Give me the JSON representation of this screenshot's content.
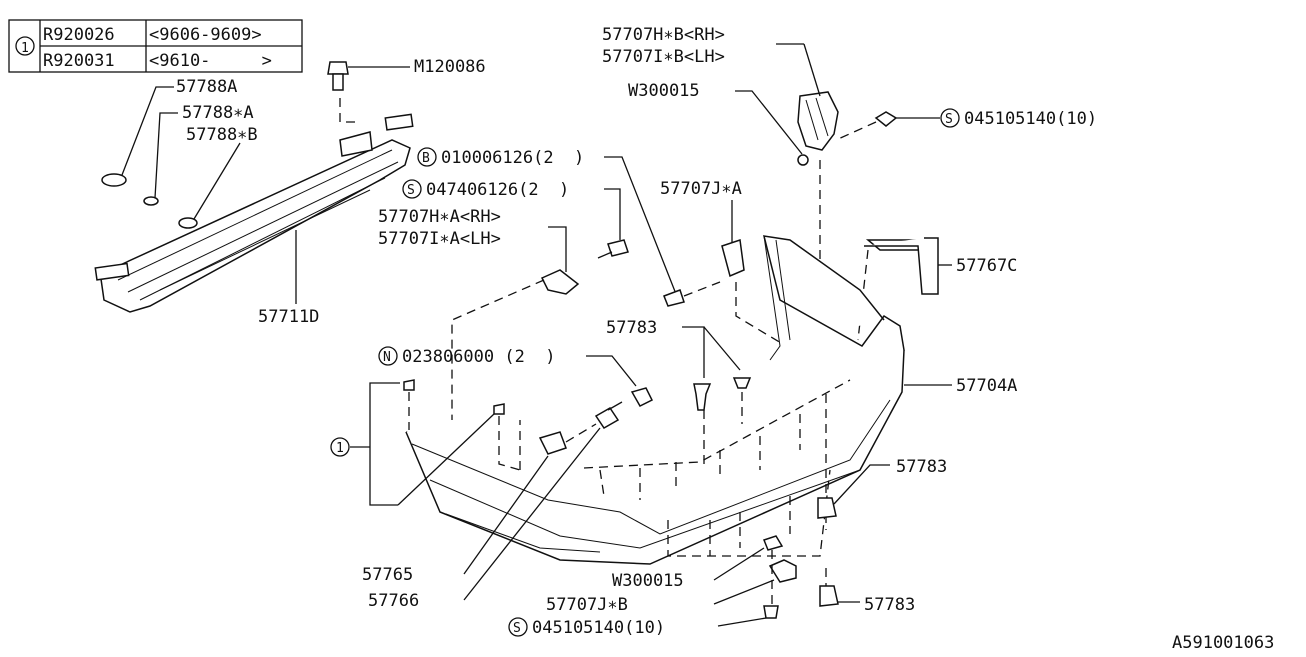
{
  "legend_table": {
    "ref": "1",
    "rows": [
      {
        "part": "R920026",
        "period": "<9606-9609>"
      },
      {
        "part": "R920031",
        "period": "<9610-     >"
      }
    ]
  },
  "callouts": {
    "m120086": "M120086",
    "p57788a": "57788A",
    "p57788sa": "57788∗A",
    "p57788sb": "57788∗B",
    "p57711d": "57711D",
    "b_bolt": "010006126(2  )",
    "b_symbol": "B",
    "s_bolt1": "047406126(2  )",
    "s_symbol": "S",
    "p57707ha_rh": "57707H∗A<RH>",
    "p57707ia_lh": "57707I∗A<LH>",
    "p57707ja": "57707J∗A",
    "p57707hb_rh": "57707H∗B<RH>",
    "p57707ib_lh": "57707I∗B<LH>",
    "w300015_top": "W300015",
    "s_bolt_top": "045105140(10)",
    "p57767c": "57767C",
    "p57783_a": "57783",
    "n_nut": "023806000 (2  )",
    "n_symbol": "N",
    "p57704a": "57704A",
    "circle_ref": "1",
    "p57783_b": "57783",
    "p57765": "57765",
    "p57766": "57766",
    "w300015_bottom": "W300015",
    "p57707jb": "57707J∗B",
    "p57783_c": "57783",
    "s_bolt_bottom": "045105140(10)",
    "drawing_id": "A591001063"
  }
}
